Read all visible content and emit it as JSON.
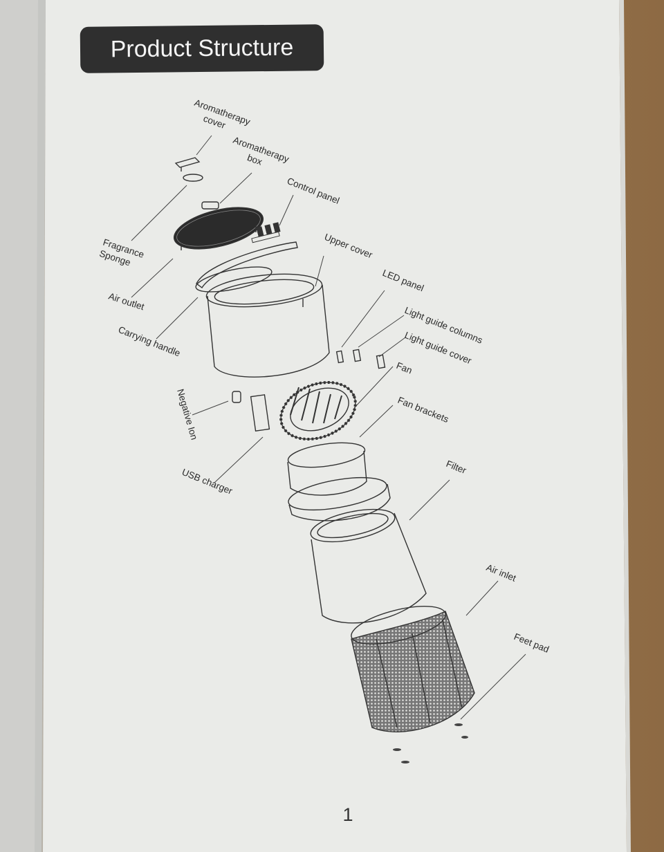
{
  "page": {
    "title": "Product Structure",
    "page_number": "1"
  },
  "labels": {
    "aromatherapy_cover": [
      "Aromatherapy",
      "cover"
    ],
    "aromatherapy_box": [
      "Aromatherapy",
      "box"
    ],
    "control_panel": "Control panel",
    "fragrance_sponge": [
      "Fragrance",
      "Sponge"
    ],
    "upper_cover": "Upper cover",
    "led_panel": "LED panel",
    "air_outlet": "Air outlet",
    "light_guide_columns": "Light guide columns",
    "light_guide_cover": "Light guide cover",
    "carrying_handle": "Carrying handle",
    "fan": "Fan",
    "negative_ion": "Negative Ion",
    "fan_brackets": "Fan brackets",
    "filter": "Filter",
    "usb_charger": "USB charger",
    "air_inlet": "Air inlet",
    "feet_pad": "Feet pad"
  },
  "colors": {
    "paper": "#eaebe8",
    "ink": "#2a2a2a",
    "title_box": "#2f2f2f",
    "wood": "#9a7550"
  }
}
